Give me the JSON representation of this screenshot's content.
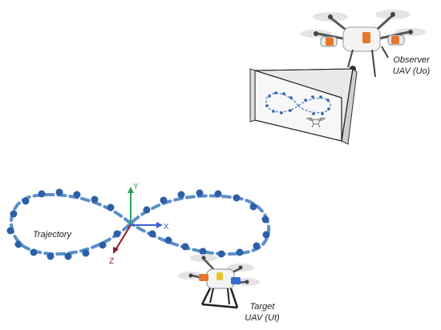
{
  "labels": {
    "trajectory": "Trajectory",
    "observer_line1": "Observer",
    "observer_line2": "UAV (Uo)",
    "target_line1": "Target",
    "target_line2": "UAV (Ut)"
  },
  "axes": {
    "y": "Y",
    "x": "X",
    "z": "Z"
  },
  "colors": {
    "trajectory_dash": "#5b8fc9",
    "trajectory_dot": "#2d5fa6",
    "axis_y": "#2ca25f",
    "axis_x": "#3a5fcd",
    "axis_z": "#8b1a2b",
    "drone_body": "#f2f2f2",
    "drone_frame": "#333333",
    "drone_accent_orange": "#e8762b",
    "drone_accent_blue": "#2f6fd0"
  }
}
